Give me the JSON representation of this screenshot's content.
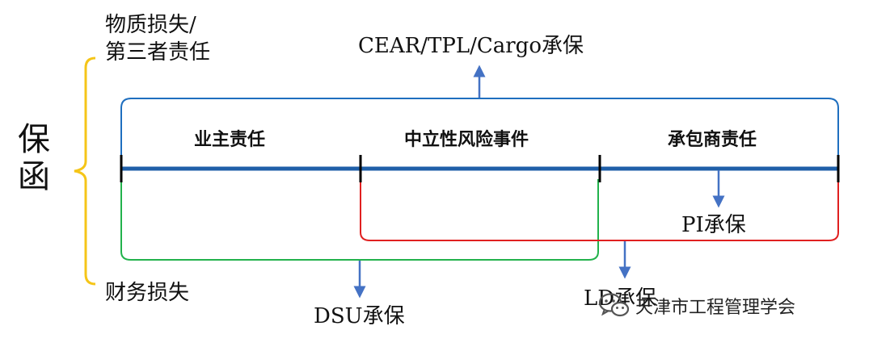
{
  "labels": {
    "guarantee": "保函",
    "material_loss": "物质损失/\n第三者责任",
    "financial_loss": "财务损失",
    "cear": "CEAR/TPL/Cargo承保",
    "segment_owner": "业主责任",
    "segment_neutral": "中立性风险事件",
    "segment_contractor": "承包商责任",
    "pi": "PI承保",
    "dsu": "DSU承保",
    "ld": "LD承保"
  },
  "watermark": {
    "text": "天津市工程管理学会",
    "icon": "wechat-icon"
  },
  "colors": {
    "timeline": "#1f5fa8",
    "blue_brace": "#1f6fbf",
    "green_brace": "#22b24c",
    "red_brace": "#e02020",
    "left_brace": "#f5c518",
    "arrow": "#4472c4"
  }
}
